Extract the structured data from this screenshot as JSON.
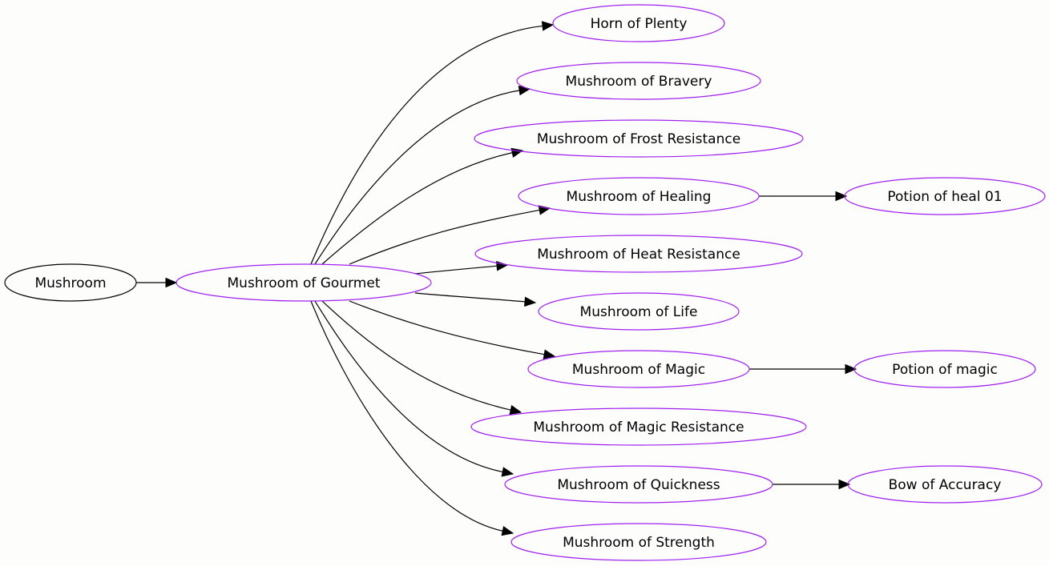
{
  "colors": {
    "background": "#fdfefc",
    "root_node_stroke": "#000000",
    "child_node_stroke": "#a020f0",
    "edge": "#000000"
  },
  "nodes": [
    {
      "id": "mushroom",
      "label": "Mushroom",
      "style": "root"
    },
    {
      "id": "gourmet",
      "label": "Mushroom of Gourmet",
      "style": "child"
    },
    {
      "id": "horn",
      "label": "Horn of Plenty",
      "style": "child"
    },
    {
      "id": "bravery",
      "label": "Mushroom of Bravery",
      "style": "child"
    },
    {
      "id": "frost",
      "label": "Mushroom of Frost Resistance",
      "style": "child"
    },
    {
      "id": "healing",
      "label": "Mushroom of Healing",
      "style": "child"
    },
    {
      "id": "heat",
      "label": "Mushroom of Heat Resistance",
      "style": "child"
    },
    {
      "id": "life",
      "label": "Mushroom of Life",
      "style": "child"
    },
    {
      "id": "magic",
      "label": "Mushroom of Magic",
      "style": "child"
    },
    {
      "id": "magicres",
      "label": "Mushroom of Magic Resistance",
      "style": "child"
    },
    {
      "id": "quickness",
      "label": "Mushroom of Quickness",
      "style": "child"
    },
    {
      "id": "strength",
      "label": "Mushroom of Strength",
      "style": "child"
    },
    {
      "id": "heal01",
      "label": "Potion of heal 01",
      "style": "child"
    },
    {
      "id": "potionmagic",
      "label": "Potion of magic",
      "style": "child"
    },
    {
      "id": "bow",
      "label": "Bow of Accuracy",
      "style": "child"
    }
  ],
  "edges": [
    {
      "from": "mushroom",
      "to": "gourmet"
    },
    {
      "from": "gourmet",
      "to": "horn"
    },
    {
      "from": "gourmet",
      "to": "bravery"
    },
    {
      "from": "gourmet",
      "to": "frost"
    },
    {
      "from": "gourmet",
      "to": "healing"
    },
    {
      "from": "gourmet",
      "to": "heat"
    },
    {
      "from": "gourmet",
      "to": "life"
    },
    {
      "from": "gourmet",
      "to": "magic"
    },
    {
      "from": "gourmet",
      "to": "magicres"
    },
    {
      "from": "gourmet",
      "to": "quickness"
    },
    {
      "from": "gourmet",
      "to": "strength"
    },
    {
      "from": "healing",
      "to": "heal01"
    },
    {
      "from": "magic",
      "to": "potionmagic"
    },
    {
      "from": "quickness",
      "to": "bow"
    }
  ]
}
